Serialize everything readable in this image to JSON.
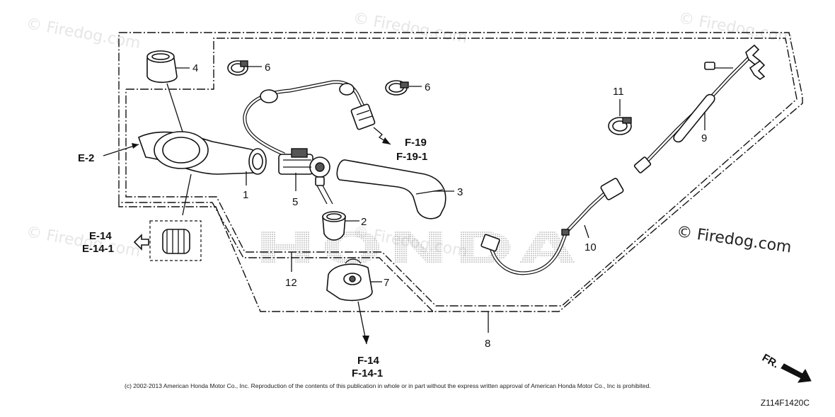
{
  "watermarks": [
    "© Firedog.com",
    "© Firedog.com",
    "© Firedog.com",
    "© Firedog.com",
    "© Firedog.com"
  ],
  "brand_watermark": "© Firedog.com",
  "honda_mark": "HONDA",
  "labels": {
    "p1": "1",
    "p2": "2",
    "p3": "3",
    "p4": "4",
    "p5": "5",
    "p6a": "6",
    "p6b": "6",
    "p7": "7",
    "p8": "8",
    "p9": "9",
    "p10": "10",
    "p11": "11",
    "p12": "12"
  },
  "refs": {
    "e2": "E-2",
    "e14": "E-14",
    "e14_1": "E-14-1",
    "f19": "F-19",
    "f19_1": "F-19-1",
    "f14": "F-14",
    "f14_1": "F-14-1",
    "fr": "FR."
  },
  "copyright": "(c) 2002-2013 American Honda Motor Co., Inc. Reproduction of the contents of this publication in whole or in part without the express written approval of American Honda Motor Co., Inc is prohibited.",
  "diagram_code": "Z114F1420C"
}
